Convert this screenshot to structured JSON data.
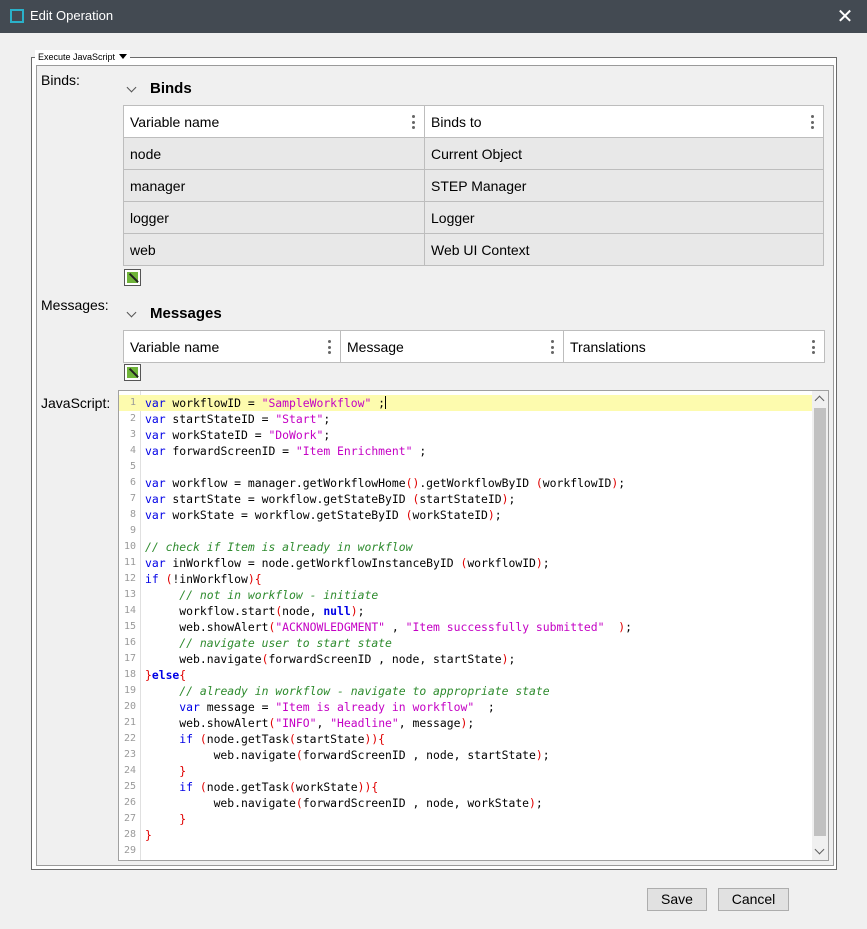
{
  "window": {
    "title": "Edit Operation",
    "close_glyph": "✕"
  },
  "panel": {
    "legend": "Execute JavaScript"
  },
  "binds": {
    "row_label": "Binds:",
    "section_title": "Binds",
    "columns": [
      "Variable name",
      "Binds to"
    ],
    "rows": [
      [
        "node",
        "Current Object"
      ],
      [
        "manager",
        "STEP Manager"
      ],
      [
        "logger",
        "Logger"
      ],
      [
        "web",
        "Web UI Context"
      ]
    ]
  },
  "messages": {
    "row_label": "Messages:",
    "section_title": "Messages",
    "columns": [
      "Variable name",
      "Message",
      "Translations"
    ]
  },
  "javascript": {
    "row_label": "JavaScript:",
    "line_numbers": [
      "1",
      "2",
      "3",
      "4",
      "5",
      "6",
      "7",
      "8",
      "9",
      "10",
      "11",
      "12",
      "13",
      "14",
      "15",
      "16",
      "17",
      "18",
      "19",
      "20",
      "21",
      "22",
      "23",
      "24",
      "25",
      "26",
      "27",
      "28",
      "29"
    ]
  },
  "footer": {
    "save_label": "Save",
    "cancel_label": "Cancel"
  },
  "icons": {
    "window": "app-window-icon",
    "add": "add-row-icon",
    "column_menu": "kebab-icon",
    "section": "chevron-down-icon"
  },
  "colors": {
    "titlebar": "#434a52",
    "active_line": "#fdfbae",
    "keyword": "#0000e6",
    "string": "#c400c4",
    "comment": "#2e8b2e",
    "paren": "#e00000"
  }
}
